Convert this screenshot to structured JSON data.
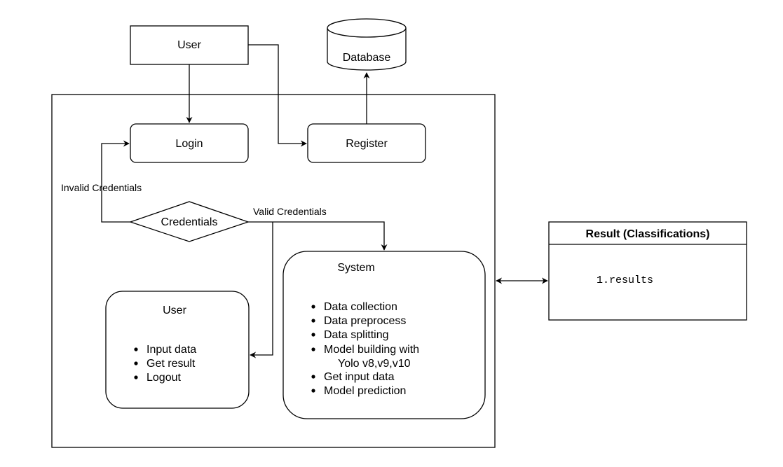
{
  "nodes": {
    "user_top": "User",
    "database": "Database",
    "login": "Login",
    "register": "Register",
    "credentials": "Credentials",
    "system": {
      "title": "System",
      "items": [
        "Data collection",
        "Data preprocess",
        "Data splitting",
        "Model building with",
        "Yolo v8,v9,v10",
        "Get input data",
        "Model prediction"
      ]
    },
    "user_box": {
      "title": "User",
      "items": [
        "Input data",
        "Get result",
        "Logout"
      ]
    },
    "result": {
      "title": "Result (Classifications)",
      "body": "1.results"
    }
  },
  "edges": {
    "invalid": "Invalid Credentials",
    "valid": "Valid Credentials"
  }
}
